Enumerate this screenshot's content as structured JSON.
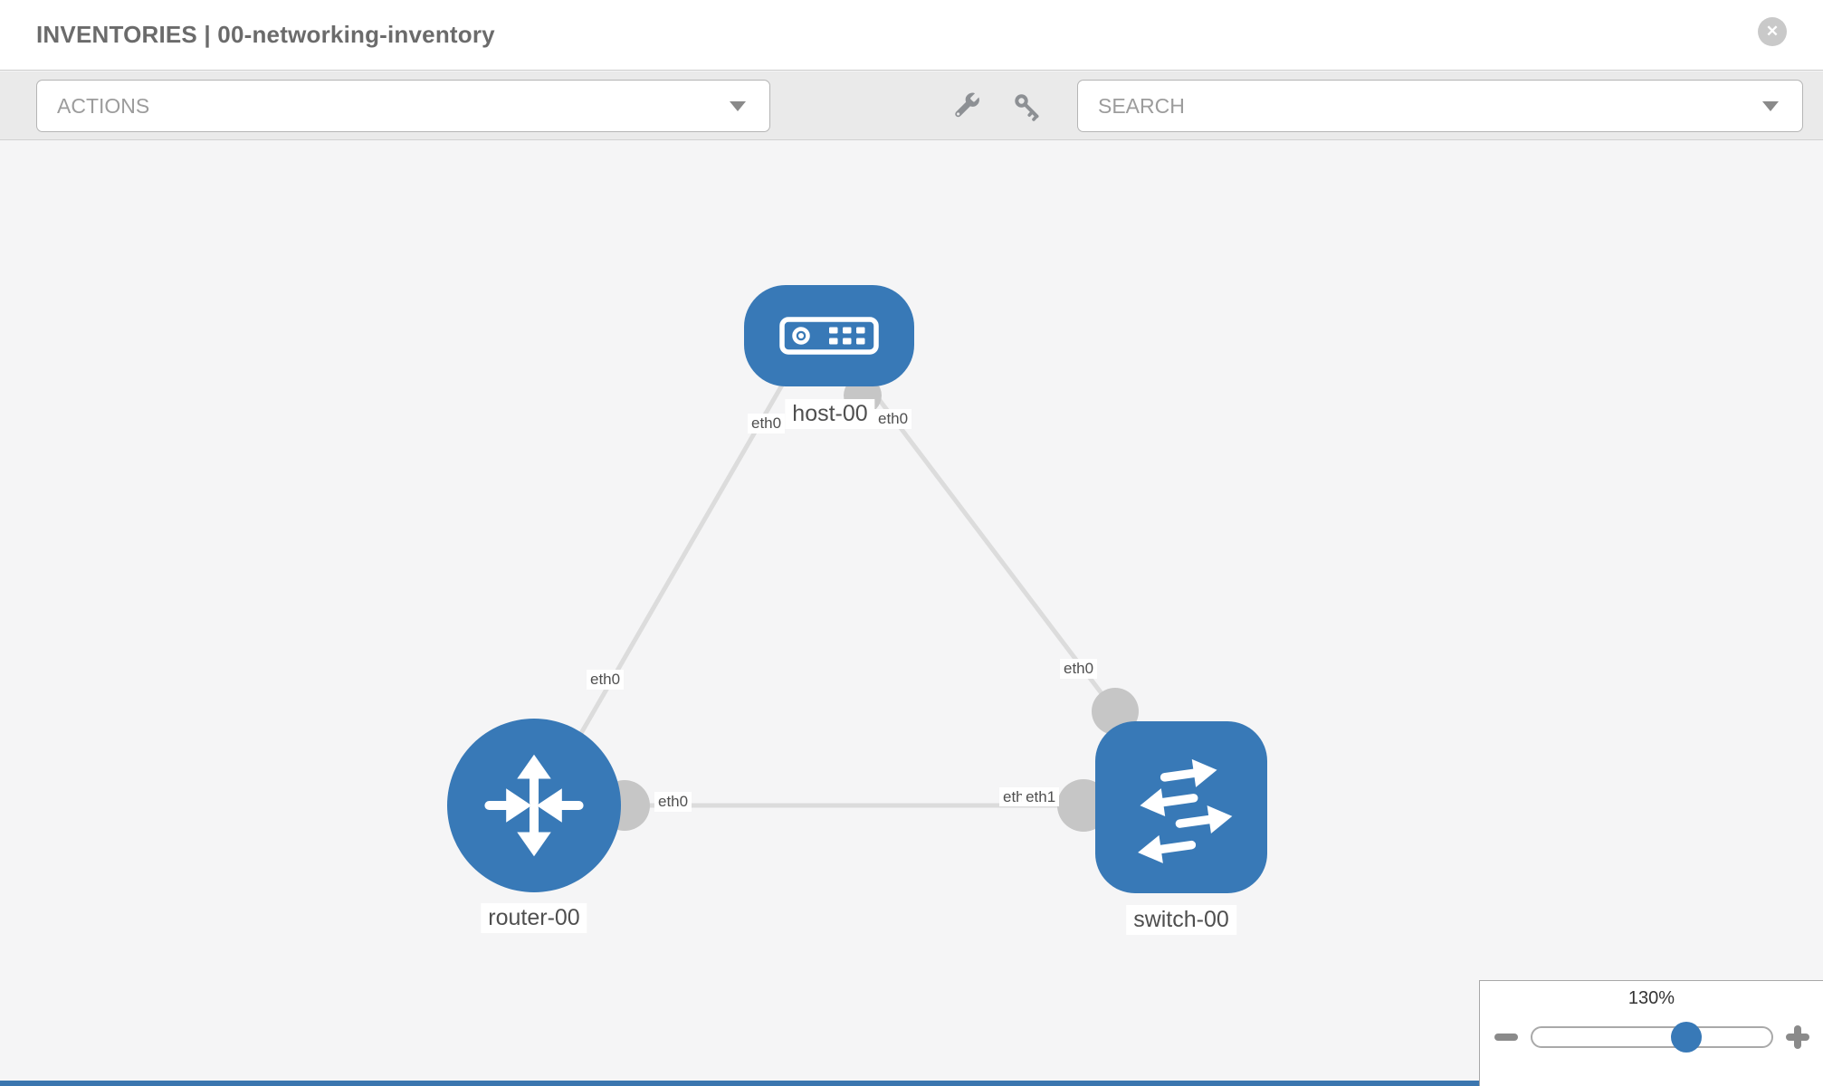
{
  "header": {
    "title": "INVENTORIES | 00-networking-inventory",
    "close_label": "✕"
  },
  "toolbar": {
    "actions_label": "ACTIONS",
    "search_label": "SEARCH",
    "tools": [
      {
        "name": "wrench-icon"
      },
      {
        "name": "key-icon"
      }
    ]
  },
  "topology": {
    "nodes": [
      {
        "id": "host-00",
        "type": "host",
        "label": "host-00"
      },
      {
        "id": "router-00",
        "type": "router",
        "label": "router-00"
      },
      {
        "id": "switch-00",
        "type": "switch",
        "label": "switch-00"
      }
    ],
    "links": [
      {
        "from": "host-00",
        "to": "router-00",
        "from_interface": "eth0",
        "to_interface": "eth0"
      },
      {
        "from": "host-00",
        "to": "switch-00",
        "from_interface": "eth0",
        "to_interface": "eth0"
      },
      {
        "from": "router-00",
        "to": "switch-00",
        "from_interface": "eth0",
        "to_interface": "eth1"
      }
    ]
  },
  "zoom_control": {
    "level": "130%",
    "slider_percent": 64
  },
  "colors": {
    "node_blue": "#3879b7",
    "link_gray": "#dcdcdc",
    "dot_gray": "#c6c6c6",
    "canvas_bg": "#f5f5f6",
    "toolbar_bg": "#eaeaea"
  }
}
